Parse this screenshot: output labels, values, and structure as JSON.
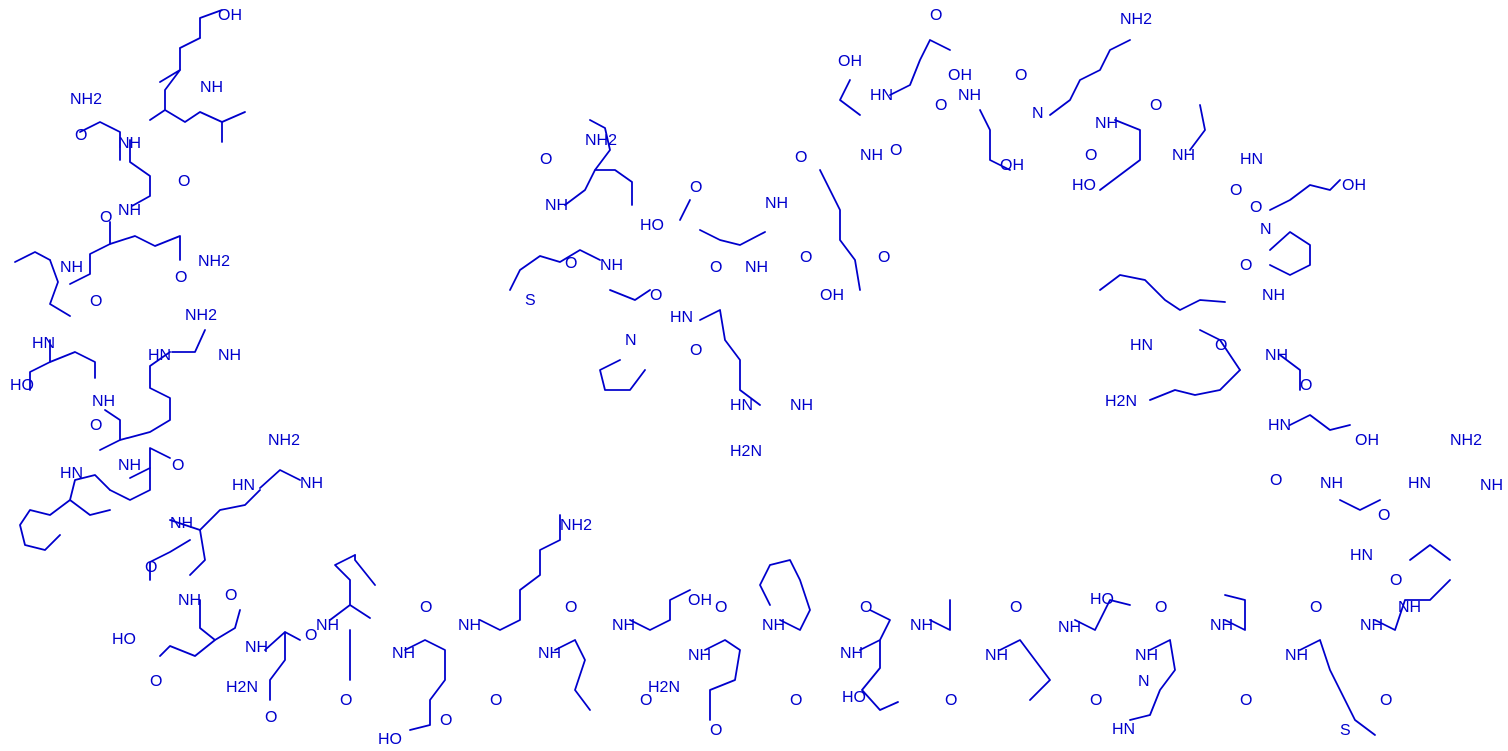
{
  "figure": {
    "kind": "skeletal-formula",
    "ink_color": "#0000cc",
    "background": "#ffffff"
  },
  "atom_labels": {
    "oh": "OH",
    "ho": "HO",
    "nh": "NH",
    "hn": "HN",
    "nh2": "NH2",
    "h2n": "H2N",
    "n": "N",
    "o": "O",
    "s": "S"
  }
}
